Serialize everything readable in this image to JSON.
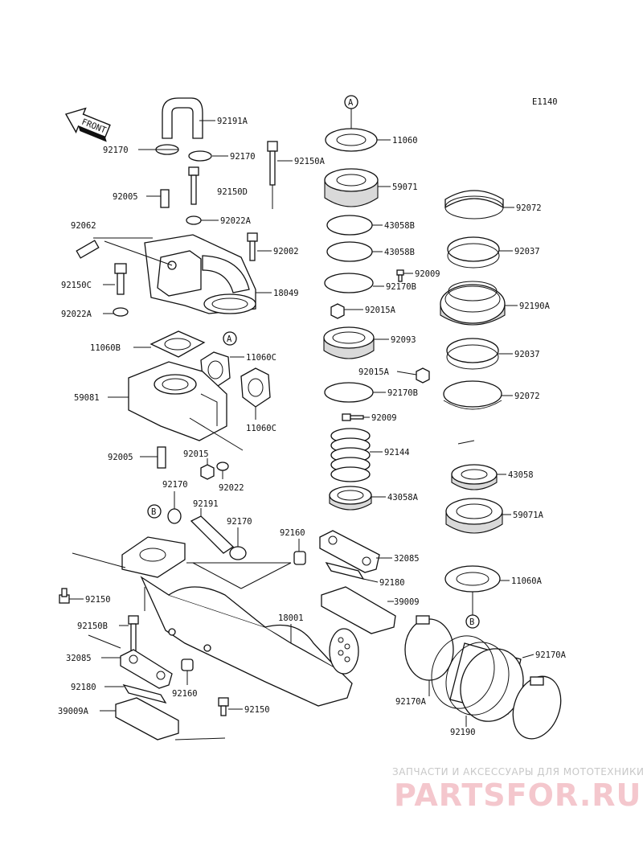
{
  "diagram_code": "E1140",
  "front_label": "FRONT",
  "callouts": {
    "a": "A",
    "b": "B"
  },
  "labels": [
    "92191A",
    "92170",
    "92170",
    "92150A",
    "92150D",
    "92005",
    "92022A",
    "92062",
    "92002",
    "92150C",
    "18049",
    "92022A",
    "11060B",
    "11060C",
    "59081",
    "11060C",
    "92005",
    "92015",
    "92022",
    "92170",
    "92191",
    "92170",
    "92150",
    "92150B",
    "32085",
    "92180",
    "39009A",
    "92160",
    "92150",
    "18001",
    "92160",
    "32085",
    "92180",
    "39009",
    "11060",
    "59071",
    "43058B",
    "43058B",
    "92009",
    "92170B",
    "92015A",
    "92093",
    "92015A",
    "92170B",
    "92009",
    "92144",
    "43058A",
    "92072",
    "92037",
    "92190A",
    "92037",
    "92072",
    "43058",
    "59071A",
    "11060A",
    "92170A",
    "92170A",
    "92190"
  ],
  "watermark": {
    "caption": "ЗАПЧАСТИ И АКСЕССУАРЫ ДЛЯ МОТОТЕХНИКИ",
    "logo": "PARTSFOR.RU"
  }
}
